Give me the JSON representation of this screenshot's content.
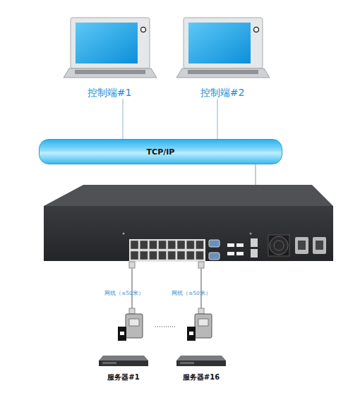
{
  "diagram": {
    "nodes": [
      {
        "text": [
          "控制端#1"
        ]
      },
      {
        "text": [
          "控制端#2"
        ]
      },
      {
        "text": [
          "TCP/IP"
        ]
      },
      {
        "text": [
          "服务器#1"
        ]
      },
      {
        "text": [
          "服务器#16"
        ]
      }
    ],
    "edges": [
      {
        "from": 0,
        "to": 2,
        "arrow": "none"
      },
      {
        "from": 1,
        "to": 2,
        "arrow": "none"
      }
    ],
    "labels": [
      "网线（≤50米）",
      "网线（≤50米）"
    ]
  }
}
